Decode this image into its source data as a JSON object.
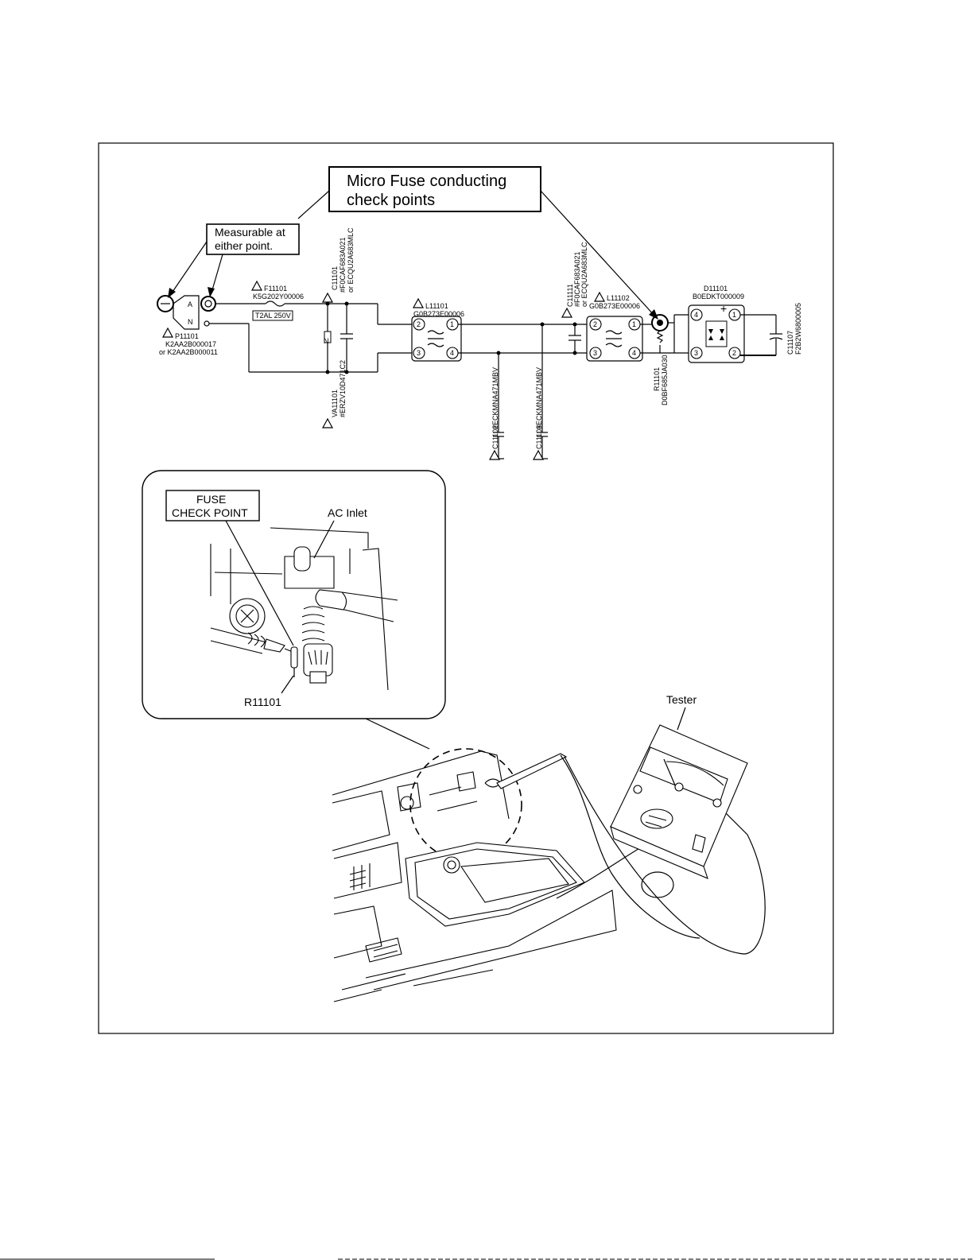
{
  "callouts": {
    "micro_fuse_line1": "Micro Fuse conducting",
    "micro_fuse_line2": "check points",
    "measurable_line1": "Measurable at",
    "measurable_line2": "either point."
  },
  "inlet": {
    "ref": "P11101",
    "part1": "K2AA2B000017",
    "part2": "or K2AA2B000011",
    "pin_a": "A",
    "pin_n": "N"
  },
  "fuse": {
    "ref": "F11101",
    "part": "K5G202Y00006",
    "rating": "T2AL 250V"
  },
  "va": {
    "ref": "VA11101",
    "part": "#ERZV10D471C2",
    "glyph": "N"
  },
  "c11101": {
    "ref": "C11101",
    "part1": "#F0CAF683A021",
    "part2": "or ECQU2A683MLC"
  },
  "l11101": {
    "ref": "L11101",
    "part": "G0B273E00006",
    "p1": "1",
    "p2": "2",
    "p3": "3",
    "p4": "4"
  },
  "c11102": {
    "ref": "C11102",
    "part": "#ECKMNA471MBV"
  },
  "c11103": {
    "ref": "C11103",
    "part": "#ECKMNA471MBV"
  },
  "c11111": {
    "ref": "C11111",
    "part1": "#F0CAF683A021",
    "part2": "or ECQU2A683MLC"
  },
  "l11102": {
    "ref": "L11102",
    "part": "G0B273E00006",
    "p1": "1",
    "p2": "2",
    "p3": "3",
    "p4": "4"
  },
  "r11101": {
    "ref": "R11101",
    "part": "D0BF685JA030"
  },
  "d11101": {
    "ref": "D11101",
    "part": "B0EDKT000009",
    "p1": "1",
    "p2": "2",
    "p3": "3",
    "p4": "4",
    "plus": "+"
  },
  "c11107": {
    "ref": "C11107",
    "part": "F2B2W6800005"
  },
  "inset": {
    "fuse_check_line1": "FUSE",
    "fuse_check_line2": "CHECK POINT",
    "ac_inlet": "AC Inlet",
    "resistor": "R11101"
  },
  "tester": {
    "label": "Tester"
  }
}
